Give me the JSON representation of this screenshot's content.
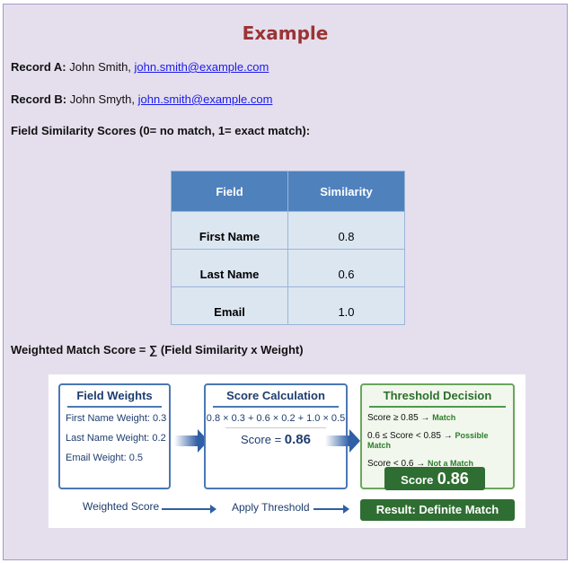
{
  "title": "Example",
  "record_a": {
    "label": "Record A:",
    "name": "John Smith,",
    "email": "john.smith@example.com"
  },
  "record_b": {
    "label": "Record B:",
    "name": "John Smyth,",
    "email": "john.smith@example.com"
  },
  "scores_heading": "Field Similarity Scores (0= no match, 1= exact match):",
  "table": {
    "headers": [
      "Field",
      "Similarity"
    ],
    "rows": [
      [
        "First Name",
        "0.8"
      ],
      [
        "Last Name",
        "0.6"
      ],
      [
        "Email",
        "1.0"
      ]
    ]
  },
  "formula": "Weighted Match Score = ∑ (Field Similarity x Weight)",
  "diagram": {
    "weights": {
      "title": "Field Weights",
      "items": [
        "First Name Weight: 0.3",
        "Last Name Weight: 0.2",
        "Email Weight: 0.5"
      ]
    },
    "calc": {
      "title": "Score Calculation",
      "expr": "0.8 × 0.3 + 0.6 × 0.2 + 1.0 × 0.5",
      "score_label": "Score =",
      "score": "0.86"
    },
    "threshold": {
      "title": "Threshold Decision",
      "rules": [
        {
          "cond": "Score ≥ 0.85 →",
          "result": "Match"
        },
        {
          "cond": "0.6 ≤ Score < 0.85 →",
          "result": "Possible Match"
        },
        {
          "cond": "Score < 0.6 →",
          "result": "Not a Match"
        }
      ]
    },
    "score_badge": {
      "label": "Score",
      "value": "0.86"
    },
    "result": "Result: Definite Match",
    "flow": [
      "Weighted Score",
      "Apply Threshold"
    ]
  }
}
